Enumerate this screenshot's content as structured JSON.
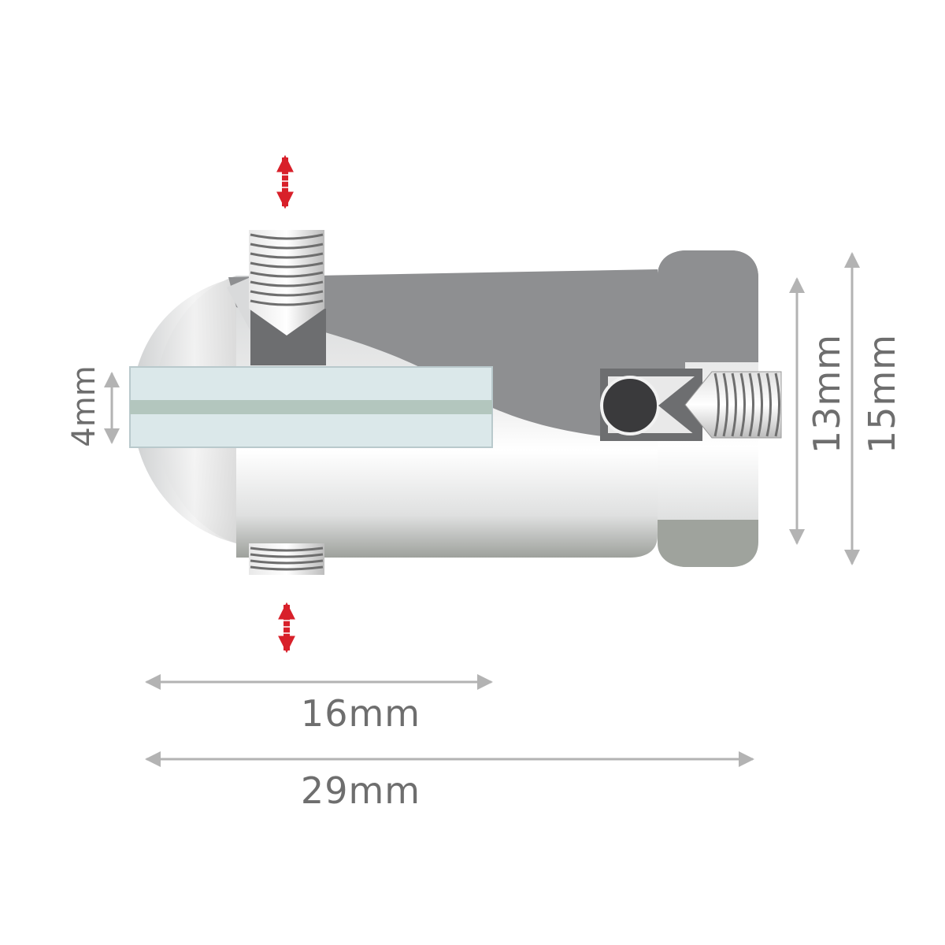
{
  "dimensions": {
    "glass_thickness": "4mm",
    "glass_depth": "16mm",
    "total_length": "29mm",
    "inner_height": "13mm",
    "total_height": "15mm"
  },
  "colors": {
    "accent_arrow": "#d8202a",
    "dimension_line": "#b3b3b3",
    "dimension_text": "#6e6e6e",
    "body_dark": "#8e8f91",
    "glass": "#dbe8ea",
    "glass_stripe": "#b3c6be"
  }
}
